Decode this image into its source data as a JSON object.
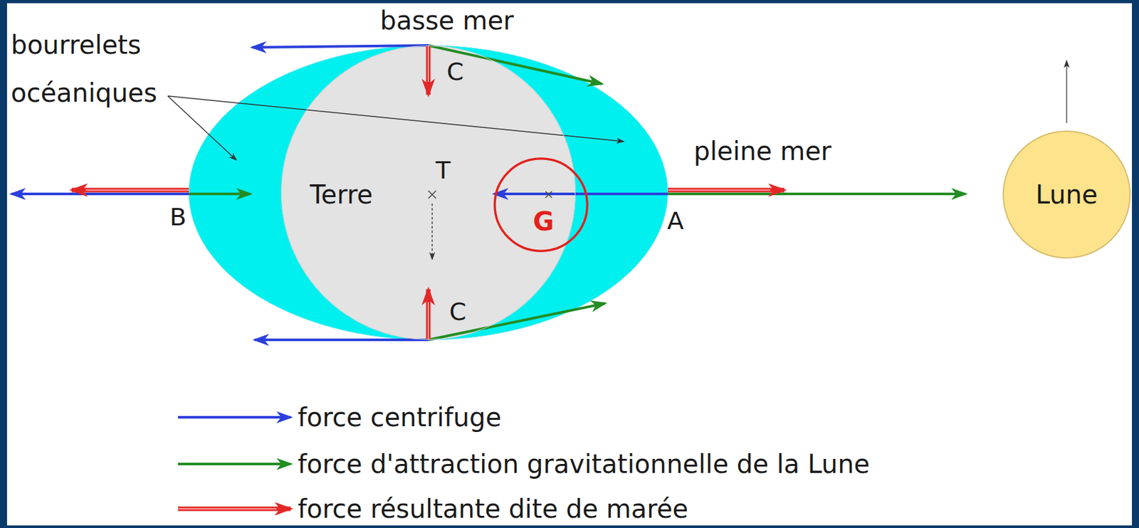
{
  "diagram": {
    "nodes": [
      {
        "text": [
          "Terre"
        ]
      },
      {
        "text": [
          "G"
        ]
      },
      {
        "text": [
          "Lune"
        ]
      }
    ],
    "labels": [
      "basse mer",
      "bourrelets océaniques",
      "C",
      "T",
      "pleine mer",
      "B",
      "A",
      "C"
    ],
    "legend": [
      {
        "text": "force centrifuge"
      },
      {
        "text": "force d'attraction gravitationnelle de la Lune"
      },
      {
        "text": "force résultante dite de marée"
      }
    ]
  }
}
